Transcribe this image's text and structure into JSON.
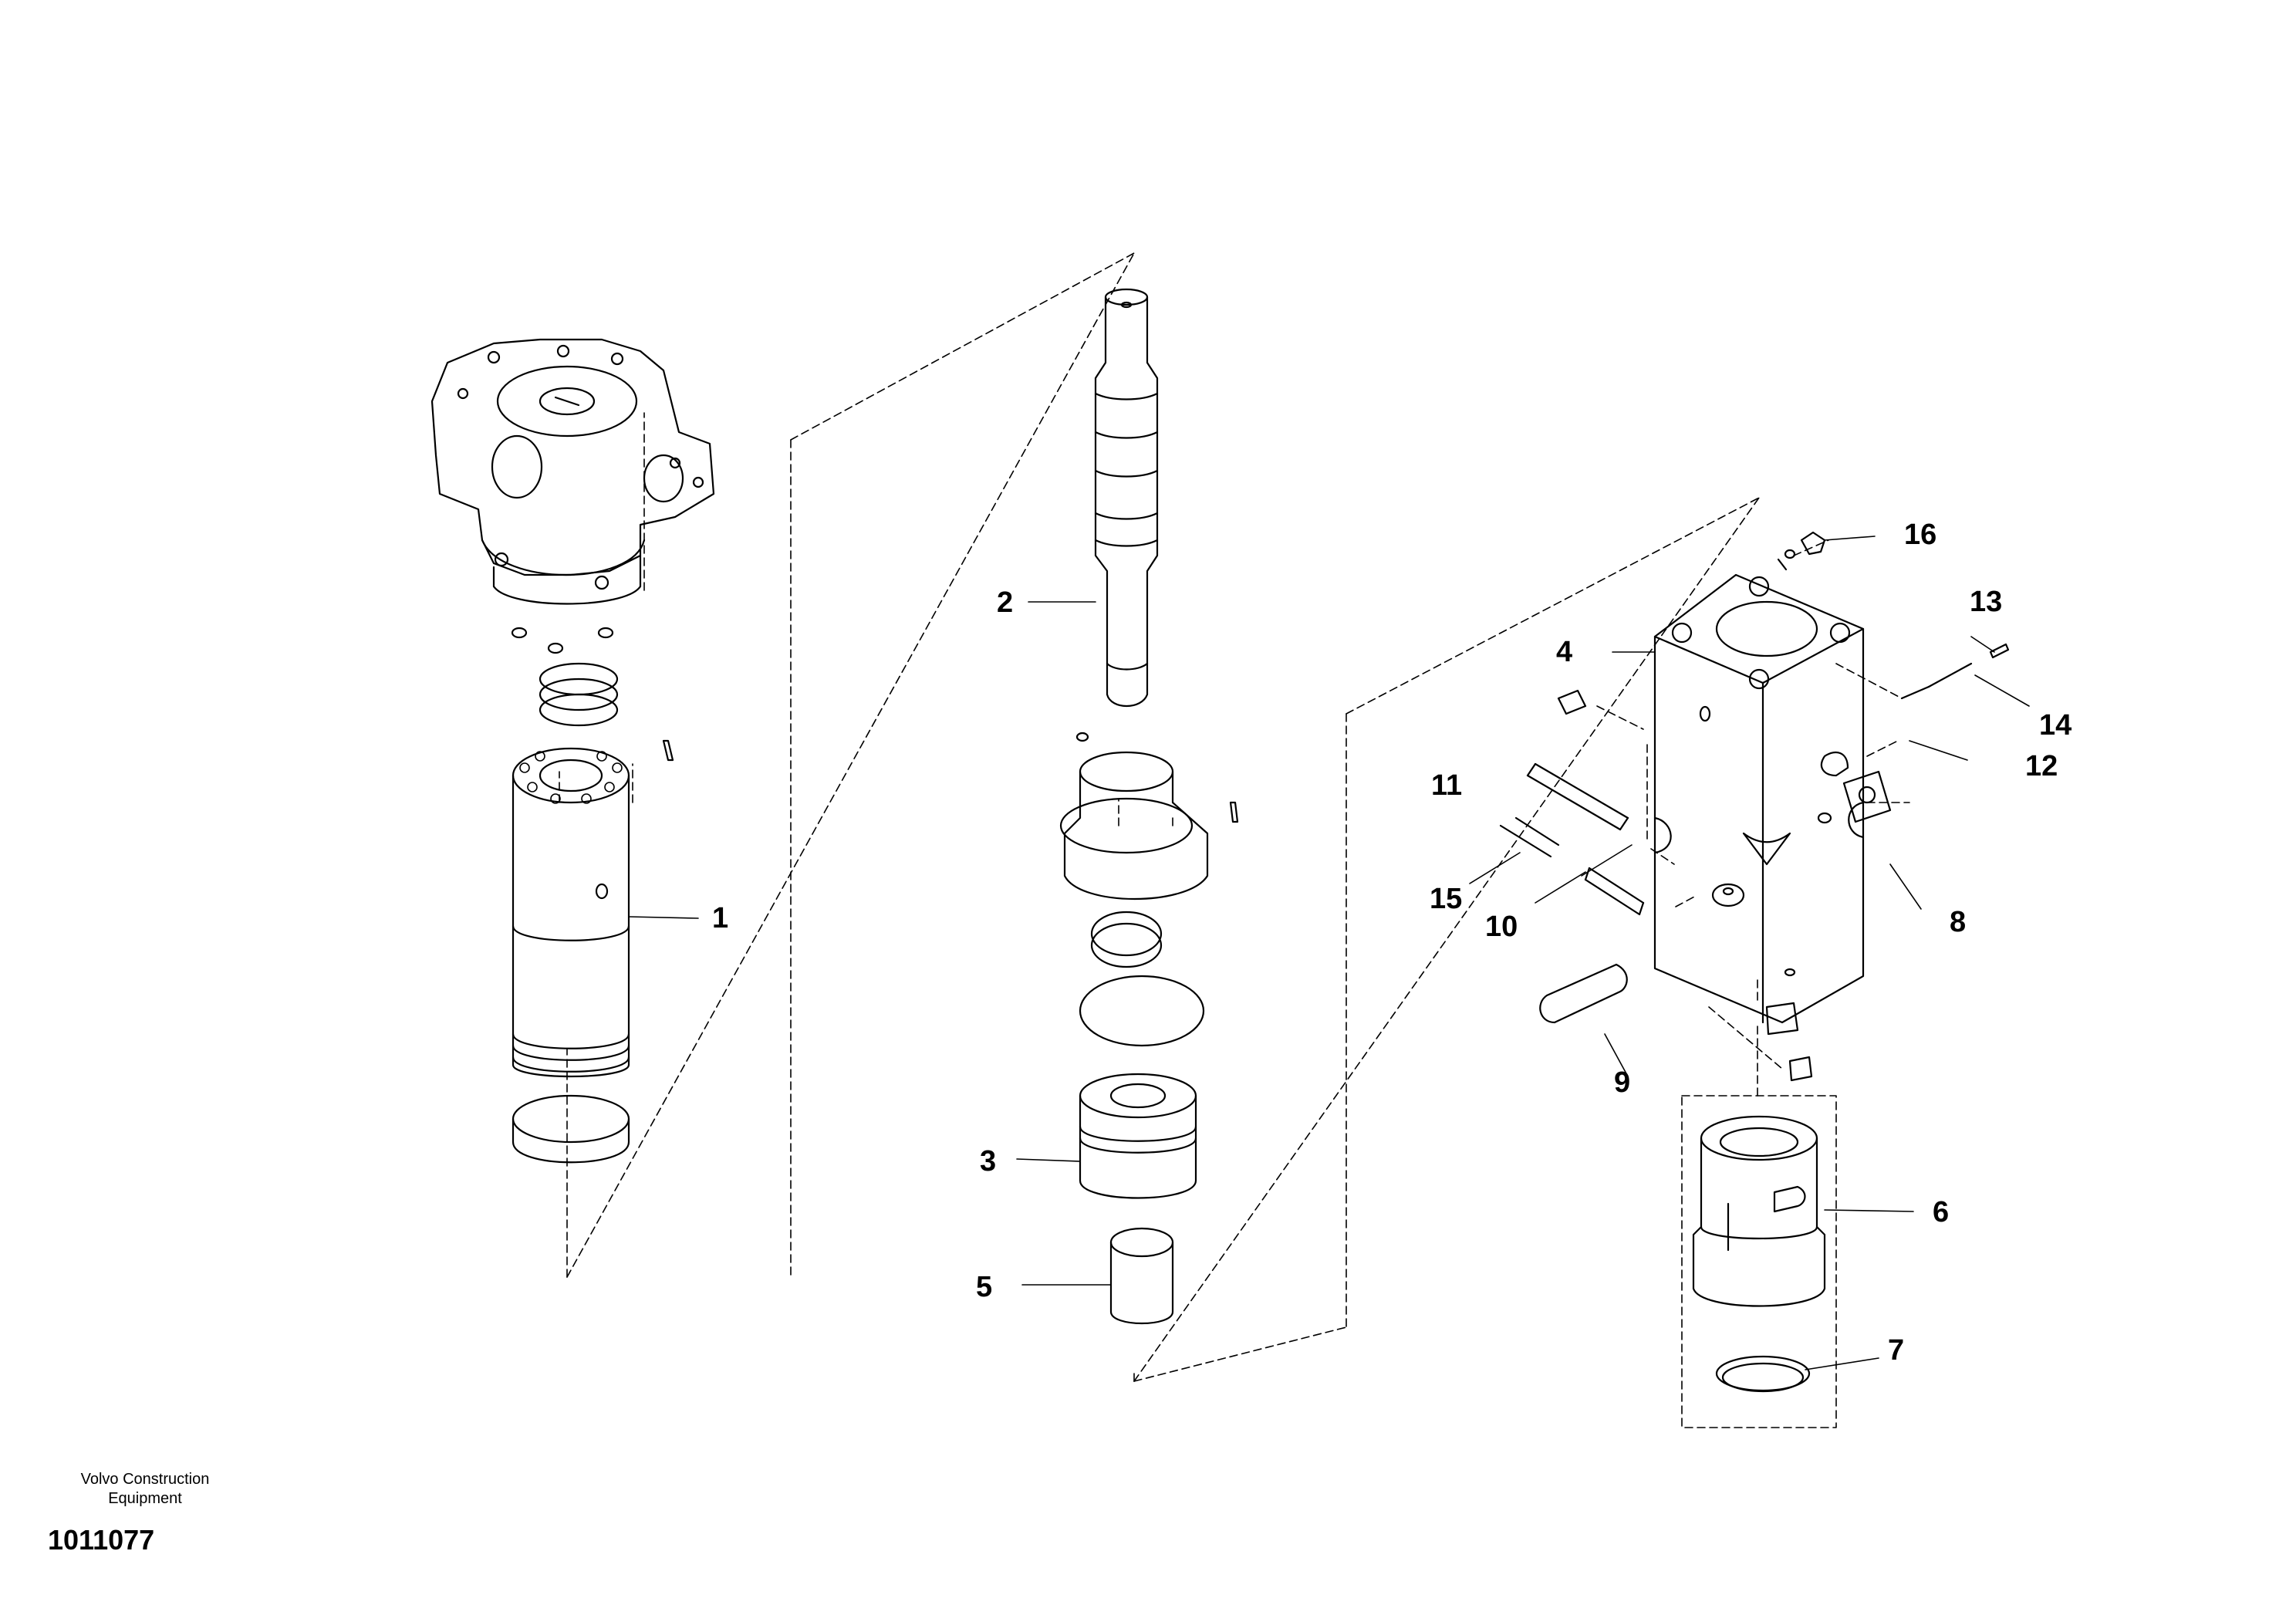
{
  "diagram": {
    "callouts": [
      {
        "id": "1",
        "label": "1"
      },
      {
        "id": "2",
        "label": "2"
      },
      {
        "id": "3",
        "label": "3"
      },
      {
        "id": "4",
        "label": "4"
      },
      {
        "id": "5",
        "label": "5"
      },
      {
        "id": "6",
        "label": "6"
      },
      {
        "id": "7",
        "label": "7"
      },
      {
        "id": "8",
        "label": "8"
      },
      {
        "id": "9",
        "label": "9"
      },
      {
        "id": "10",
        "label": "10"
      },
      {
        "id": "11",
        "label": "11"
      },
      {
        "id": "12",
        "label": "12"
      },
      {
        "id": "13",
        "label": "13"
      },
      {
        "id": "14",
        "label": "14"
      },
      {
        "id": "15",
        "label": "15"
      },
      {
        "id": "16",
        "label": "16"
      }
    ]
  },
  "footer": {
    "brand_line1": "Volvo Construction",
    "brand_line2": "Equipment",
    "drawing_number": "1011077"
  }
}
